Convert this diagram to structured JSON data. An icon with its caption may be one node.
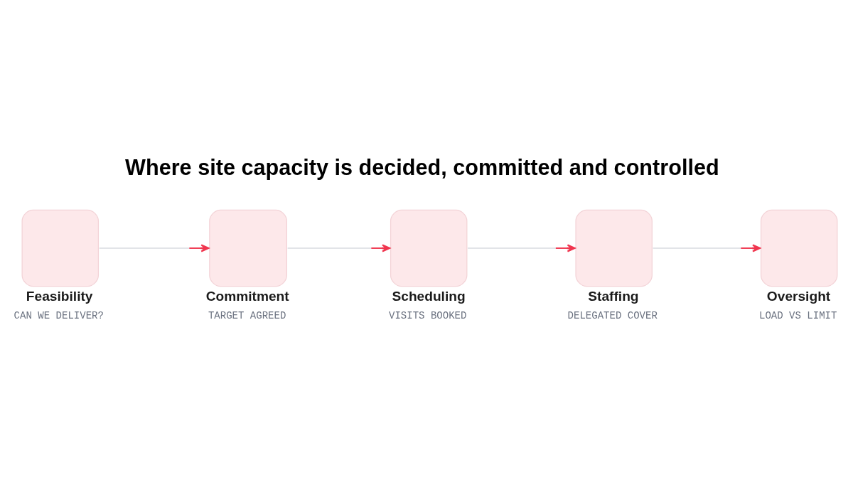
{
  "diagram": {
    "title": "Where site capacity is decided, committed and controlled",
    "nodes": [
      {
        "text": [
          "Feasibility",
          "CAN WE DELIVER?"
        ]
      },
      {
        "text": [
          "Commitment",
          "TARGET AGREED"
        ]
      },
      {
        "text": [
          "Scheduling",
          "VISITS BOOKED"
        ]
      },
      {
        "text": [
          "Staffing",
          "DELEGATED COVER"
        ]
      },
      {
        "text": [
          "Oversight",
          "LOAD VS LIMIT"
        ]
      }
    ],
    "edges": [
      {
        "from": 0,
        "to": 1,
        "arrow": "to"
      },
      {
        "from": 1,
        "to": 2,
        "arrow": "to"
      },
      {
        "from": 2,
        "to": 3,
        "arrow": "to"
      },
      {
        "from": 3,
        "to": 4,
        "arrow": "to"
      }
    ]
  }
}
